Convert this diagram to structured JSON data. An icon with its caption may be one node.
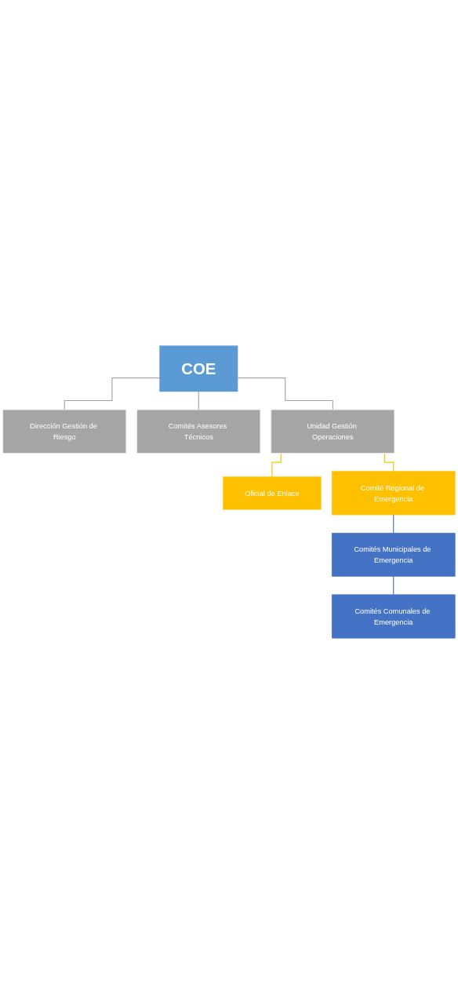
{
  "diagram": {
    "nodes": [
      {
        "text": [
          "COE"
        ]
      },
      {
        "text": [
          "Dirección Gestión de Riesgo"
        ]
      },
      {
        "text": [
          "Comités Asesores Técnicos"
        ]
      },
      {
        "text": [
          "Unidad Gestión Operaciones"
        ]
      },
      {
        "text": [
          "Oficial de Enlace"
        ]
      },
      {
        "text": [
          "Comité Regional de Emergencia"
        ]
      },
      {
        "text": [
          "Comités Municipales de Emergencia"
        ]
      },
      {
        "text": [
          "Comités Comunales de Emergencia"
        ]
      }
    ],
    "edges": [
      {
        "from": 0,
        "to": 1,
        "arrow": "none",
        "color": "#a5a5a5"
      },
      {
        "from": 0,
        "to": 2,
        "arrow": "none",
        "color": "#a5a5a5"
      },
      {
        "from": 0,
        "to": 3,
        "arrow": "none",
        "color": "#a5a5a5"
      },
      {
        "from": 3,
        "to": 4,
        "arrow": "none",
        "color": "#ffc000"
      },
      {
        "from": 3,
        "to": 5,
        "arrow": "none",
        "color": "#ffc000"
      },
      {
        "from": 5,
        "to": 6,
        "arrow": "none",
        "color": "#4472c4"
      },
      {
        "from": 6,
        "to": 7,
        "arrow": "none",
        "color": "#4472c4"
      }
    ]
  }
}
